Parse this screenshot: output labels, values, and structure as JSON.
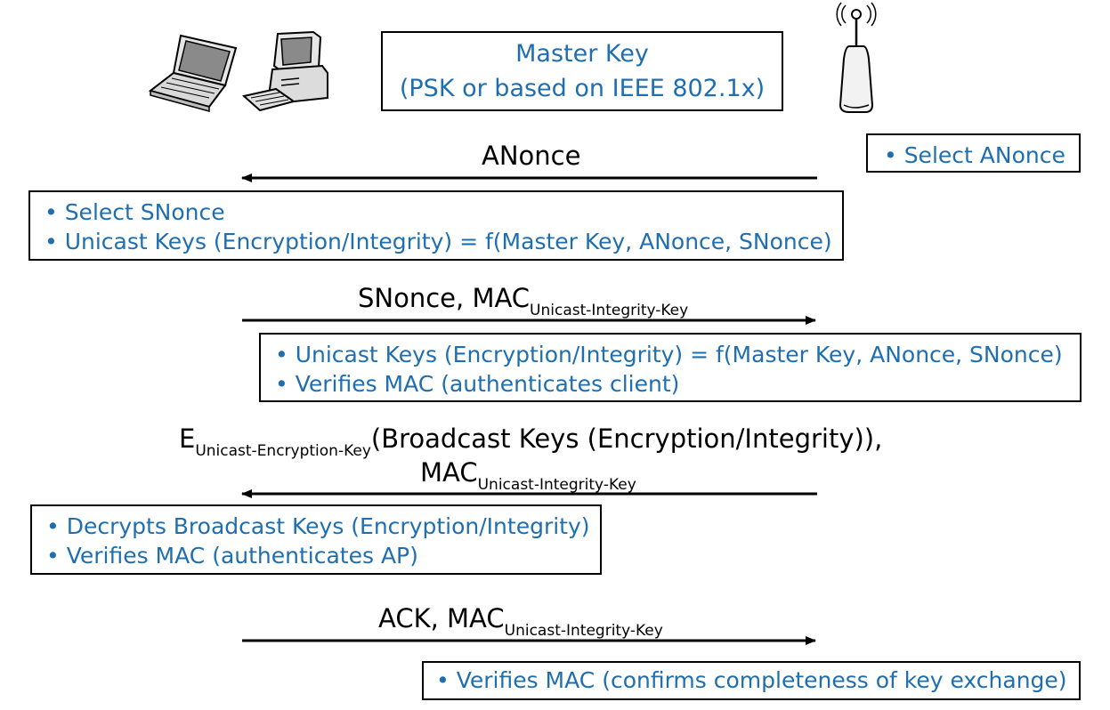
{
  "master_key": {
    "line1": "Master Key",
    "line2": "(PSK or based on IEEE 802.1x)"
  },
  "ap_box": {
    "item": "• Select ANonce"
  },
  "messages": {
    "m1": {
      "label": "ANonce",
      "direction": "to-client"
    },
    "m2": {
      "main": "SNonce, MAC",
      "sub": "Unicast-Integrity-Key",
      "direction": "to-ap"
    },
    "m3": {
      "e": "E",
      "e_sub": "Unicast-Encryption-Key",
      "rest": "(Broadcast Keys (Encryption/Integrity)),",
      "mac": "MAC",
      "mac_sub": "Unicast-Integrity-Key",
      "direction": "to-client"
    },
    "m4": {
      "main": "ACK, MAC",
      "sub": "Unicast-Integrity-Key",
      "direction": "to-ap"
    }
  },
  "client_box1": {
    "items": [
      "• Select SNonce",
      "• Unicast Keys (Encryption/Integrity) = f(Master Key, ANonce, SNonce)"
    ]
  },
  "ap_box2": {
    "items": [
      "• Unicast Keys (Encryption/Integrity) = f(Master Key, ANonce, SNonce)",
      "• Verifies MAC (authenticates client)"
    ]
  },
  "client_box2": {
    "items": [
      "• Decrypts Broadcast Keys (Encryption/Integrity)",
      "• Verifies MAC (authenticates AP)"
    ]
  },
  "ap_box3": {
    "items": [
      "• Verifies MAC (confirms completeness of key exchange)"
    ]
  },
  "icons": [
    "laptop-icon",
    "desktop-computer-icon",
    "access-point-icon"
  ],
  "colors": {
    "box_text": "#1f6fb0",
    "label_text": "#000000",
    "border": "#000000"
  }
}
